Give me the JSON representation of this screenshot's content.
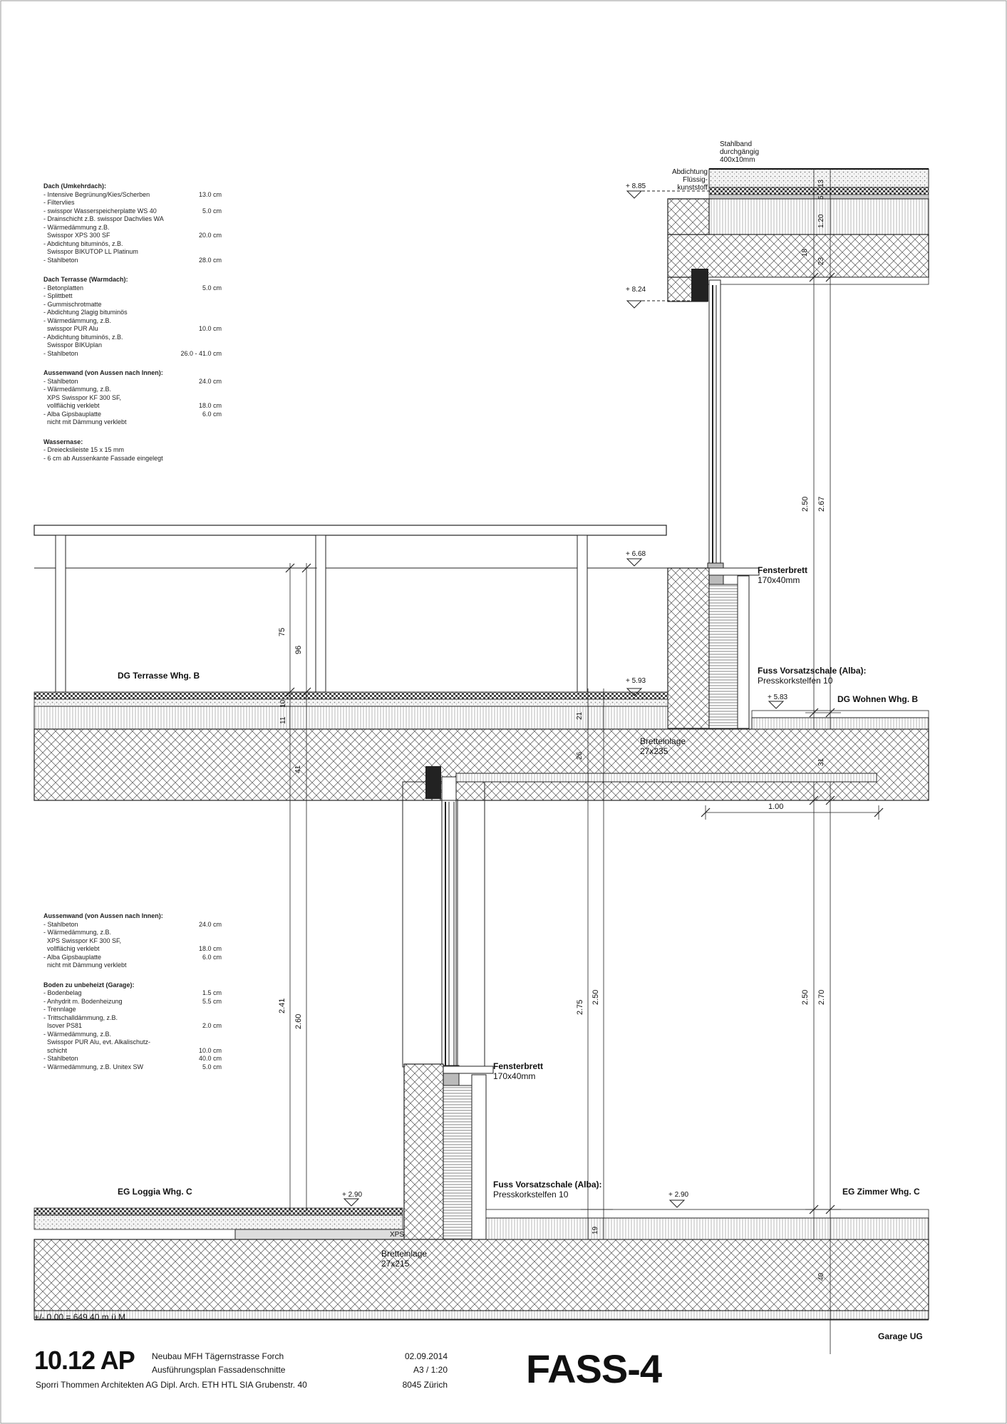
{
  "notes_upper": [
    {
      "heading": "Dach (Umkehrdach):",
      "rows": [
        [
          "- Intensive Begrünung/Kies/Scherben",
          "13.0 cm"
        ],
        [
          "- Filtervlies",
          ""
        ],
        [
          "- swisspor Wasserspeicherplatte WS 40",
          "5.0 cm"
        ],
        [
          "- Drainschicht z.B. swisspor Dachvlies WA",
          ""
        ],
        [
          "- Wärmedämmung z.B.",
          ""
        ],
        [
          "  Swisspor XPS 300 SF",
          "20.0 cm"
        ],
        [
          "- Abdichtung bituminös, z.B.",
          ""
        ],
        [
          "  Swisspor BIKUTOP LL Platinum",
          ""
        ],
        [
          "- Stahlbeton",
          "28.0 cm"
        ]
      ]
    },
    {
      "heading": "Dach Terrasse (Warmdach):",
      "rows": [
        [
          "- Betonplatten",
          "5.0 cm"
        ],
        [
          "- Splittbett",
          ""
        ],
        [
          "- Gummischrotmatte",
          ""
        ],
        [
          "- Abdichtung 2lagig bituminös",
          ""
        ],
        [
          "- Wärmedämmung, z.B.",
          ""
        ],
        [
          "  swisspor PUR Alu",
          "10.0 cm"
        ],
        [
          "- Abdichtung bituminös, z.B.",
          ""
        ],
        [
          "  Swisspor BIKUplan",
          ""
        ],
        [
          "- Stahlbeton",
          "26.0 - 41.0 cm"
        ]
      ]
    },
    {
      "heading": "Aussenwand (von Aussen nach Innen):",
      "rows": [
        [
          "- Stahlbeton",
          "24.0 cm"
        ],
        [
          "- Wärmedämmung, z.B.",
          ""
        ],
        [
          "  XPS Swisspor KF 300 SF,",
          ""
        ],
        [
          "  vollflächig verklebt",
          "18.0 cm"
        ],
        [
          "- Alba Gipsbauplatte",
          "6.0 cm"
        ],
        [
          "  nicht mit Dämmung verklebt",
          ""
        ]
      ]
    },
    {
      "heading": "Wassernase:",
      "rows": [
        [
          "- Dreieckslieiste 15 x 15 mm",
          ""
        ],
        [
          "- 6 cm ab Aussenkante Fassade eingelegt",
          ""
        ]
      ]
    }
  ],
  "notes_lower": [
    {
      "heading": "Aussenwand (von Aussen nach Innen):",
      "rows": [
        [
          "- Stahlbeton",
          "24.0 cm"
        ],
        [
          "- Wärmedämmung, z.B.",
          ""
        ],
        [
          "  XPS Swisspor KF 300 SF,",
          ""
        ],
        [
          "  vollflächig verklebt",
          "18.0 cm"
        ],
        [
          "- Alba Gipsbauplatte",
          "6.0 cm"
        ],
        [
          "  nicht mit Dämmung verklebt",
          ""
        ]
      ]
    },
    {
      "heading": "Boden zu unbeheizt (Garage):",
      "rows": [
        [
          "- Bodenbelag",
          "1.5 cm"
        ],
        [
          "- Anhydrit m. Bodenheizung",
          "5.5 cm"
        ],
        [
          "- Trennlage",
          ""
        ],
        [
          "- Trittschalldämmung, z.B.",
          ""
        ],
        [
          "  Isover PS81",
          "2.0 cm"
        ],
        [
          "- Wärmedämmung, z.B.",
          ""
        ],
        [
          "  Swisspor PUR Alu, evt. Alkalischutz-",
          ""
        ],
        [
          "  schicht",
          "10.0 cm"
        ],
        [
          "- Stahlbeton",
          "40.0 cm"
        ],
        [
          "- Wärmedämmung, z.B. Unitex SW",
          "5.0 cm"
        ]
      ]
    }
  ],
  "labels": {
    "stahlband": "Stahlband",
    "stahlband2": "durchgängig",
    "stahlband3": "400x10mm",
    "abdichtung1": "Abdichtung",
    "abdichtung2": "Flüssig-",
    "abdichtung3": "kunststoff",
    "fensterbrett_top": "Fensterbrett",
    "fensterbrett_top_size": "170x40mm",
    "fuss_top": "Fuss Vorsatzschale (Alba):",
    "fuss_top_2": "Presskorkstelfen 10",
    "dg_terrasse": "DG Terrasse Whg. B",
    "dg_wohnen": "DG Wohnen Whg. B",
    "bretteinlage_top": "Bretteinlage",
    "bretteinlage_top_size": "27x235",
    "fensterbrett_bot": "Fensterbrett",
    "fensterbrett_bot_size": "170x40mm",
    "fuss_bot": "Fuss Vorsatzschale (Alba):",
    "fuss_bot_2": "Presskorkstelfen 10",
    "eg_loggia": "EG Loggia Whg. C",
    "eg_zimmer": "EG Zimmer Whg. C",
    "bretteinlage_bot": "Bretteinlage",
    "bretteinlage_bot_size": "27x215",
    "xps": "XPS",
    "datum_level": "+/- 0.00 = 649.40 m.ü.M.",
    "garage": "Garage UG"
  },
  "levels": {
    "l885": "+ 8.85",
    "l824": "+ 8.24",
    "l668": "+ 6.68",
    "l593": "+ 5.93",
    "l583": "+ 5.83",
    "l290a": "+ 2.90",
    "l290b": "+ 2.90"
  },
  "dims": {
    "d250_top": "2.50",
    "d267": "2.67",
    "d75": "75",
    "d96": "96",
    "d100": "1.00",
    "d241": "2.41",
    "d260": "2.60",
    "d275": "2.75",
    "d250_mid": "2.50",
    "d250_right": "2.50",
    "d270": "2.70",
    "d13": "13",
    "d5": "5",
    "d120": "1.20",
    "d18": "18",
    "d23": "23",
    "d10": "10",
    "d11": "11",
    "d21": "21",
    "d41": "41",
    "d26": "26",
    "d31": "31",
    "d19": "19",
    "d40": "40"
  },
  "titleblock": {
    "code": "10.12 AP",
    "project": "Neubau MFH Tägernstrasse Forch",
    "plan": "Ausführungsplan Fassadenschnitte",
    "office": "Sporri Thommen Architekten AG Dipl. Arch. ETH HTL SIA Grubenstr. 40",
    "date": "02.09.2014",
    "scale": "A3 / 1:20",
    "city": "8045 Zürich",
    "sheet": "FASS-4"
  }
}
